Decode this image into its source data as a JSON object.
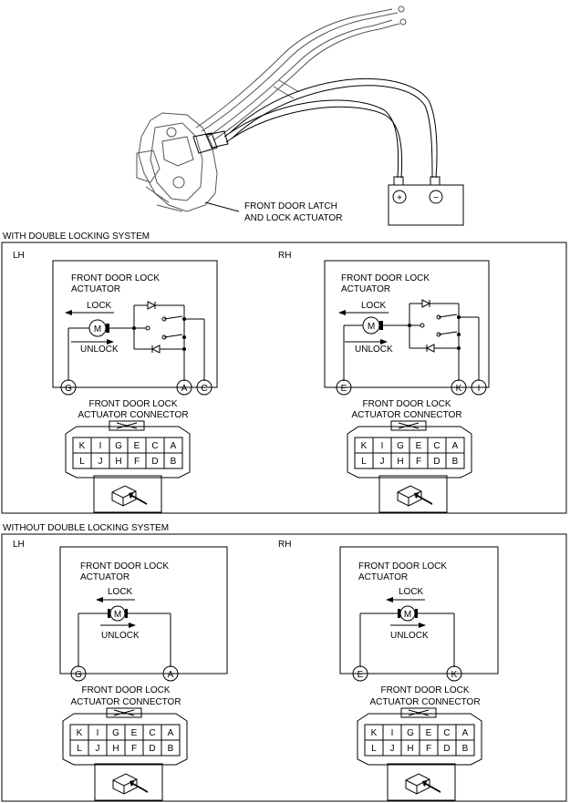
{
  "top": {
    "callout": [
      "FRONT DOOR LATCH",
      "AND LOCK ACTUATOR"
    ]
  },
  "battery": {
    "positive": "+",
    "negative": "−"
  },
  "sections": [
    {
      "title": "WITH DOUBLE LOCKING SYSTEM",
      "panels": [
        {
          "side": "LH",
          "actuator": [
            "FRONT DOOR LOCK",
            "ACTUATOR"
          ],
          "lock": "LOCK",
          "unlock": "UNLOCK",
          "motor": "M",
          "pins": [
            "G",
            "A",
            "C"
          ],
          "connector_label": [
            "FRONT DOOR LOCK",
            "ACTUATOR CONNECTOR"
          ],
          "connector_rows": [
            [
              "K",
              "I",
              "G",
              "E",
              "C",
              "A"
            ],
            [
              "L",
              "J",
              "H",
              "F",
              "D",
              "B"
            ]
          ]
        },
        {
          "side": "RH",
          "actuator": [
            "FRONT DOOR LOCK",
            "ACTUATOR"
          ],
          "lock": "LOCK",
          "unlock": "UNLOCK",
          "motor": "M",
          "pins": [
            "E",
            "K",
            "I"
          ],
          "connector_label": [
            "FRONT DOOR LOCK",
            "ACTUATOR CONNECTOR"
          ],
          "connector_rows": [
            [
              "K",
              "I",
              "G",
              "E",
              "C",
              "A"
            ],
            [
              "L",
              "J",
              "H",
              "F",
              "D",
              "B"
            ]
          ]
        }
      ]
    },
    {
      "title": "WITHOUT DOUBLE LOCKING SYSTEM",
      "panels": [
        {
          "side": "LH",
          "actuator": [
            "FRONT DOOR LOCK",
            "ACTUATOR"
          ],
          "lock": "LOCK",
          "unlock": "UNLOCK",
          "motor": "M",
          "pins": [
            "G",
            "A"
          ],
          "connector_label": [
            "FRONT DOOR LOCK",
            "ACTUATOR CONNECTOR"
          ],
          "connector_rows": [
            [
              "K",
              "I",
              "G",
              "E",
              "C",
              "A"
            ],
            [
              "L",
              "J",
              "H",
              "F",
              "D",
              "B"
            ]
          ]
        },
        {
          "side": "RH",
          "actuator": [
            "FRONT DOOR LOCK",
            "ACTUATOR"
          ],
          "lock": "LOCK",
          "unlock": "UNLOCK",
          "motor": "M",
          "pins": [
            "E",
            "K"
          ],
          "connector_label": [
            "FRONT DOOR LOCK",
            "ACTUATOR CONNECTOR"
          ],
          "connector_rows": [
            [
              "K",
              "I",
              "G",
              "E",
              "C",
              "A"
            ],
            [
              "L",
              "J",
              "H",
              "F",
              "D",
              "B"
            ]
          ]
        }
      ]
    }
  ]
}
